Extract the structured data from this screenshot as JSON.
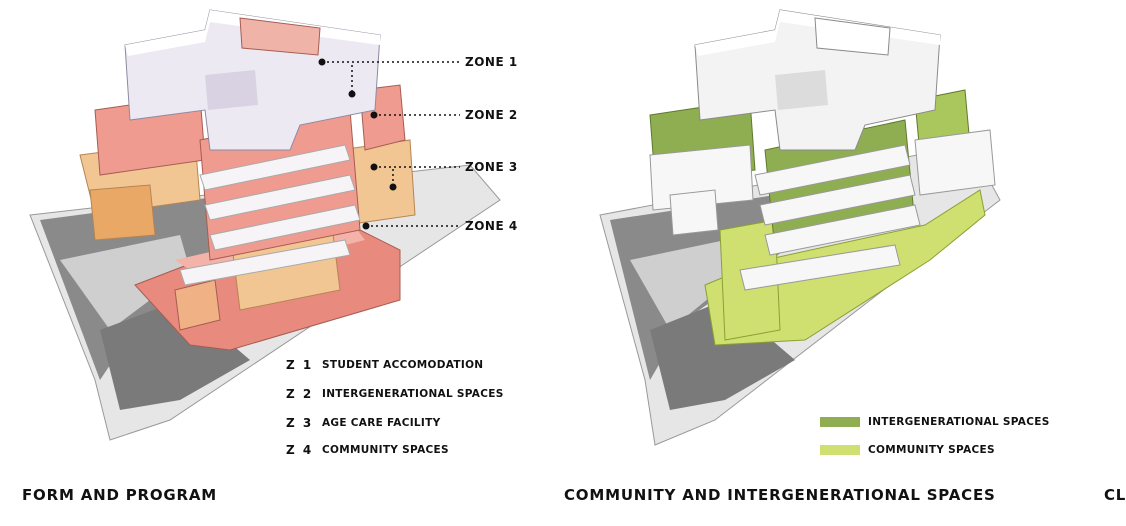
{
  "left_panel": {
    "title": "FORM AND PROGRAM",
    "zones": [
      {
        "label": "ZONE 1"
      },
      {
        "label": "ZONE 2"
      },
      {
        "label": "ZONE 3"
      },
      {
        "label": "ZONE 4"
      }
    ],
    "legend": [
      {
        "code": "Z 1",
        "text": "STUDENT ACCOMODATION"
      },
      {
        "code": "Z 2",
        "text": "INTERGENERATIONAL SPACES"
      },
      {
        "code": "Z 3",
        "text": "AGE CARE FACILITY"
      },
      {
        "code": "Z 4",
        "text": "COMMUNITY SPACES"
      }
    ]
  },
  "right_panel": {
    "title": "COMMUNITY AND INTERGENERATIONAL SPACES",
    "legend": [
      {
        "text": "INTERGENERATIONAL SPACES",
        "color": "#8fae52"
      },
      {
        "text": "COMMUNITY SPACES",
        "color": "#cfe070"
      }
    ]
  },
  "cut_off_title": "CL",
  "colors": {
    "zone1": "#ede9f2",
    "zone2": "#ef9b8f",
    "zone3": "#f2c692",
    "zone4": "#e88a7d",
    "site": "#8a8a8a",
    "green_dark": "#8fae52",
    "green_light": "#cfe070"
  }
}
